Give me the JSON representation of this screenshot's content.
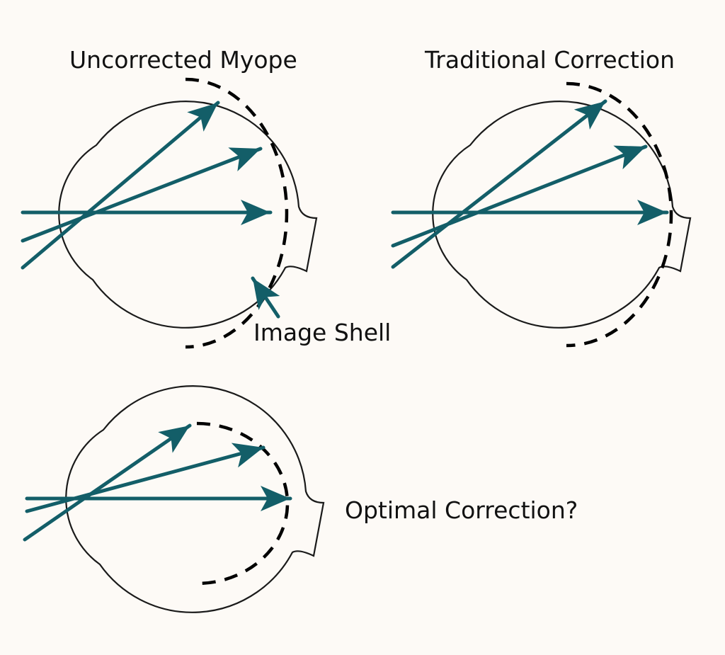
{
  "labels": {
    "uncorrected": "Uncorrected Myope",
    "traditional": "Traditional Correction",
    "image_shell": "Image Shell",
    "optimal": "Optimal Correction?"
  },
  "colors": {
    "ray": "#135e68",
    "background": "#fdfaf6",
    "outline": "#1a1a1a"
  }
}
